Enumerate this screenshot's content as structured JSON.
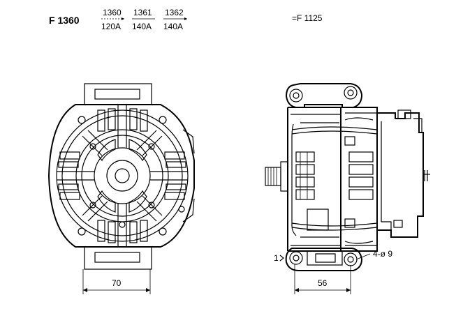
{
  "header": {
    "model": "F 1360",
    "variants": [
      {
        "code": "1360",
        "current": "120A"
      },
      {
        "code": "1361",
        "current": "140A"
      },
      {
        "code": "1362",
        "current": "140A"
      }
    ],
    "equivalent": "=F 1125"
  },
  "front_view": {
    "dimension": "70"
  },
  "side_view": {
    "dimension": "56",
    "mount_marker": "1",
    "holes_note": "4-ø 9"
  }
}
